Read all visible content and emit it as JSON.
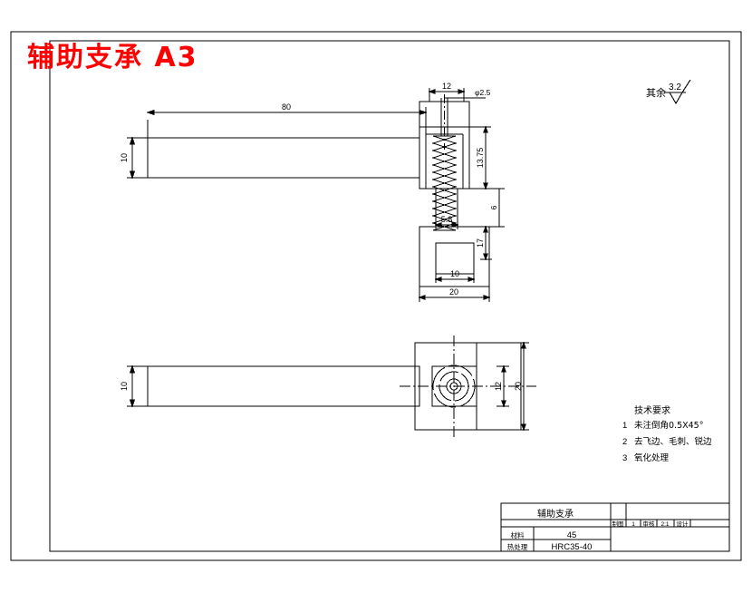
{
  "drawing": {
    "title_red": "辅助支承 A3",
    "surface_note": "其余",
    "surface_value": "3.2",
    "tech_header": "技术要求",
    "tech_items": [
      {
        "no": "1",
        "text": "未注倒角0.5X45°"
      },
      {
        "no": "2",
        "text": "去飞边、毛刺、锐边"
      },
      {
        "no": "3",
        "text": "氧化处理"
      }
    ],
    "dimensions": {
      "front_length": "80",
      "front_height": "10",
      "head_width": "12",
      "hole_dia": "φ2.5",
      "head_height": "13.75",
      "gap": "6",
      "plunger_width": "5.8",
      "base_height": "17",
      "slot_width": "10",
      "base_width": "20",
      "top_bar_height": "10",
      "boss_width": "12",
      "top_base_width": "20"
    },
    "titleblock": {
      "part_name": "辅助支承",
      "material_label": "材料",
      "material_value": "45",
      "heat_label": "热处理",
      "heat_value": "HRC35-40",
      "cells": [
        "制图",
        "1",
        "审核",
        "2:1",
        "设计"
      ]
    }
  }
}
